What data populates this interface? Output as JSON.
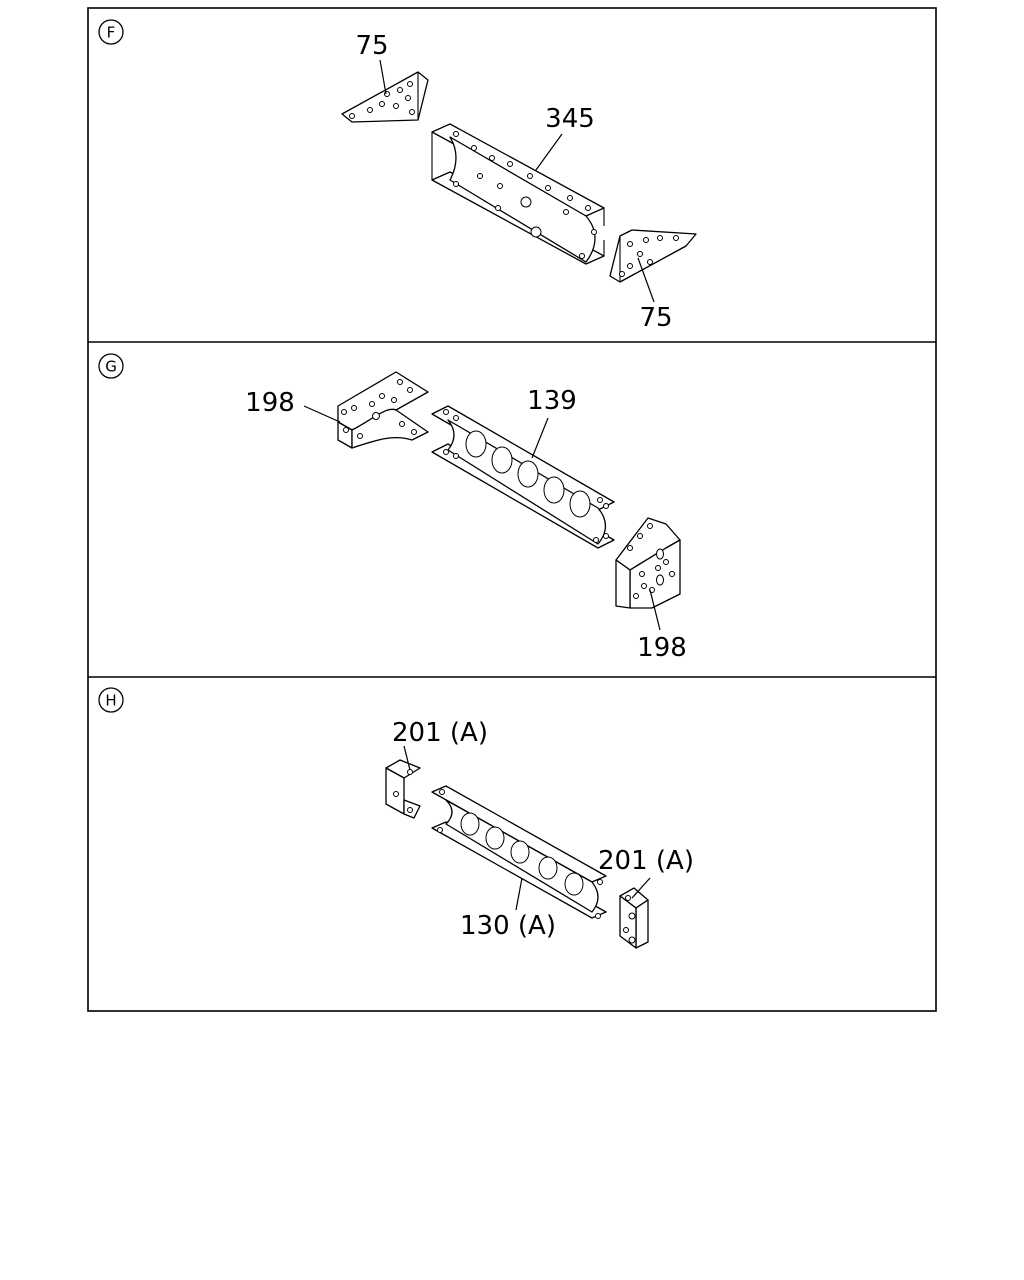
{
  "sections": [
    {
      "letter": "F",
      "callouts": {
        "bracket_left": "75",
        "member": "345",
        "bracket_right": "75"
      }
    },
    {
      "letter": "G",
      "callouts": {
        "bracket_left": "198",
        "member": "139",
        "bracket_right": "198"
      }
    },
    {
      "letter": "H",
      "callouts": {
        "bracket_left": "201 (A)",
        "member": "130 (A)",
        "bracket_right": "201 (A)"
      }
    }
  ]
}
